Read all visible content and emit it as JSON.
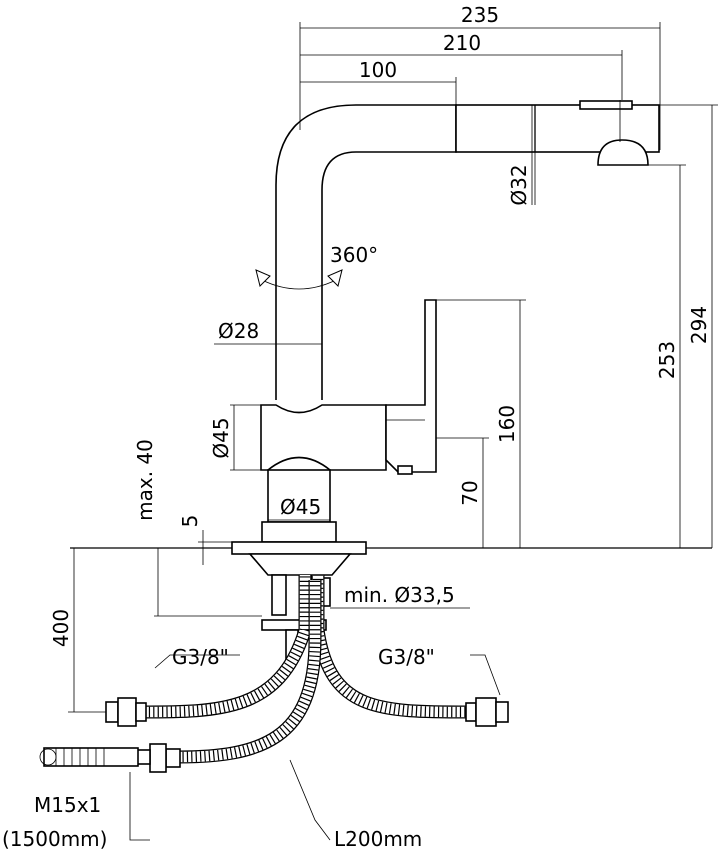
{
  "dimensions": {
    "width_235": "235",
    "width_210": "210",
    "width_100": "100",
    "dia_spout": "Ø32",
    "rotation": "360°",
    "dia_column": "Ø28",
    "dia_body": "Ø45",
    "dia_base": "Ø45",
    "height_294": "294",
    "height_253": "253",
    "height_160": "160",
    "height_70": "70",
    "max_40": "max. 40",
    "gap_5": "5",
    "min_hole": "min. Ø33,5",
    "depth_400": "400"
  },
  "connections": {
    "left_inlet": "G3/8\"",
    "right_inlet": "G3/8\"",
    "shower_thread": "M15x1",
    "shower_length": "(1500mm)",
    "hose_length": "L200mm"
  }
}
